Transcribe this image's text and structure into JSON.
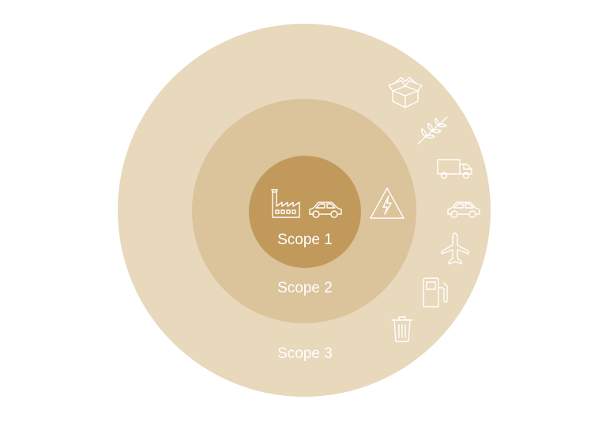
{
  "colors": {
    "scope_3": "#e8d8bc",
    "scope_2": "#dbc39b",
    "scope_1": "#c19a5b",
    "icon_stroke": "#ffffff"
  },
  "scopes": [
    {
      "label": "Scope 1",
      "icons": [
        "factory-icon",
        "car-icon"
      ]
    },
    {
      "label": "Scope 2",
      "icons": [
        "electricity-warning-icon"
      ]
    },
    {
      "label": "Scope 3",
      "icons": [
        "box-icon",
        "wheat-icon",
        "truck-icon",
        "car-icon",
        "airplane-icon",
        "fuel-pump-icon",
        "trash-can-icon"
      ]
    }
  ]
}
